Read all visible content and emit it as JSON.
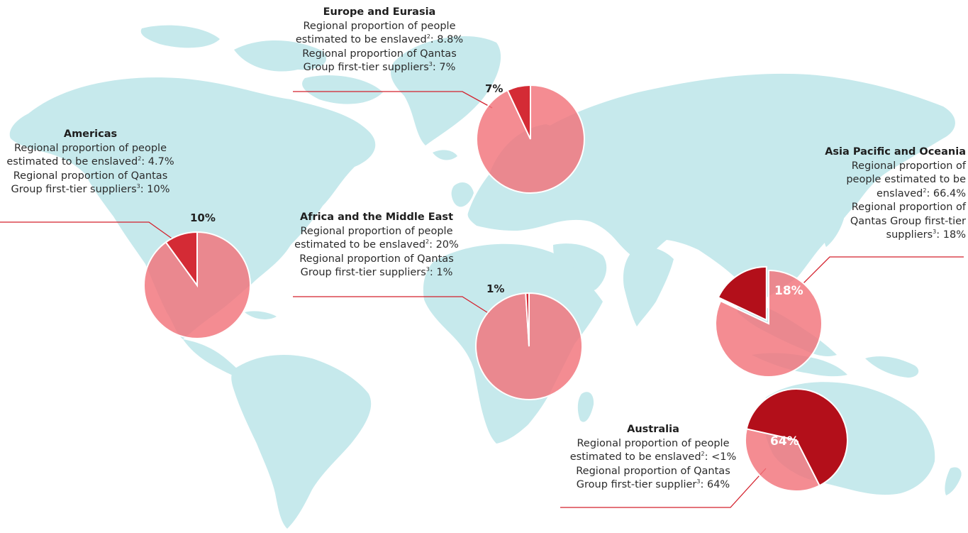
{
  "chart_data": {
    "type": "pie",
    "regions": [
      {
        "name": "Europe and Eurasia",
        "line1": "Regional proportion of people",
        "line2_pre": "estimated to be enslaved",
        "line2_sup": "2",
        "line2_post": ": 8.8%",
        "line3": "Regional proportion of Qantas",
        "line4_pre": "Group first-tier suppliers",
        "line4_sup": "3",
        "line4_post": ": 7%",
        "enslaved_pct": "8.8%",
        "supplier_share": 7,
        "slice_label": "7%"
      },
      {
        "name": "Americas",
        "line1": "Regional proportion of people",
        "line2_pre": "estimated to be enslaved",
        "line2_sup": "2",
        "line2_post": ": 4.7%",
        "line3": "Regional proportion of Qantas",
        "line4_pre": "Group first-tier suppliers",
        "line4_sup": "3",
        "line4_post": ": 10%",
        "enslaved_pct": "4.7%",
        "supplier_share": 10,
        "slice_label": "10%"
      },
      {
        "name": "Africa and the Middle East",
        "line1": "Regional proportion of people",
        "line2_pre": "estimated to be enslaved",
        "line2_sup": "2",
        "line2_post": ": 20%",
        "line3": "Regional proportion of Qantas",
        "line4_pre": "Group first-tier suppliers",
        "line4_sup": "3",
        "line4_post": ": 1%",
        "enslaved_pct": "20%",
        "supplier_share": 1,
        "slice_label": "1%"
      },
      {
        "name": "Asia Pacific and Oceania",
        "line1": "Regional proportion of",
        "line2": "people estimated to be",
        "line3_pre": "enslaved",
        "line3_sup": "2",
        "line3_post": ": 66.4%",
        "line4": "Regional proportion of",
        "line5": "Qantas Group first-tier",
        "line6_pre": "suppliers",
        "line6_sup": "3",
        "line6_post": ": 18%",
        "enslaved_pct": "66.4%",
        "supplier_share": 18,
        "slice_label": "18%"
      },
      {
        "name": "Australia",
        "line1": "Regional proportion of people",
        "line2_pre": "estimated to be enslaved",
        "line2_sup": "2",
        "line2_post": ": <1%",
        "line3": "Regional proportion of Qantas",
        "line4_pre": "Group first-tier supplier",
        "line4_sup": "3",
        "line4_post": ": 64%",
        "enslaved_pct": "<1%",
        "supplier_share": 64,
        "slice_label": "64%"
      }
    ]
  },
  "colors": {
    "land": "#c6e9ec",
    "pie_remainder": "#f2737a",
    "slice_small": "#d42b35",
    "slice_large": "#b30f1a",
    "leader_line": "#d4202c"
  }
}
